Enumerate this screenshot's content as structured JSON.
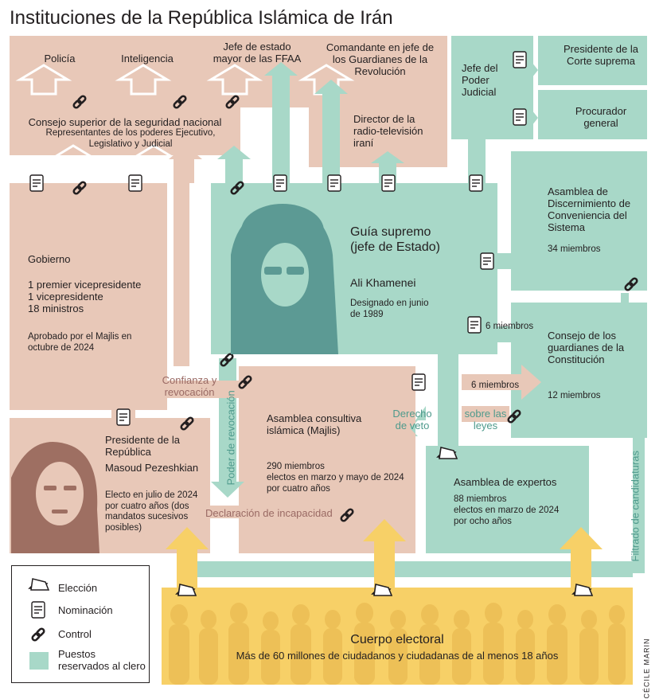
{
  "title": "Instituciones de la República Islámica de Irán",
  "credit": "Cécile Marin",
  "colors": {
    "clergy": "#a8d8c8",
    "other": "#e8c8b8",
    "electorate": "#f7d067"
  },
  "top_row": {
    "policia": "Policía",
    "inteligencia": "Inteligencia",
    "jefe_estado_mayor": "Jefe de estado mayor de las FFAA",
    "comandante": "Comandante en jefe de los Guardianes de la Revolución",
    "director_tv": "Director de la radio-televisión iraní"
  },
  "security_council": {
    "title": "Consejo superior de la seguridad nacional",
    "subtitle": "Representantes de los poderes Ejecutivo, Legislativo y Judicial"
  },
  "judiciary": {
    "jefe": "Jefe del Poder Judicial",
    "presidente_corte": "Presidente de la Corte suprema",
    "procurador": "Procurador general"
  },
  "gobierno": {
    "title": "Gobierno",
    "line1": "1 premier vicepresidente",
    "line2": "1 vicepresidente",
    "line3": "18 ministros",
    "approved": "Aprobado por el Majlis en octubre de 2024"
  },
  "guia": {
    "title": "Guía supremo (jefe de Estado)",
    "name": "Ali Khamenei",
    "appointed": "Designado en junio de 1989"
  },
  "conveniencia": {
    "title": "Asamblea de Discernimiento de Conveniencia del Sistema",
    "members": "34 miembros"
  },
  "guardianes": {
    "title": "Consejo de los guardianes de la Constitución",
    "members": "12 miembros"
  },
  "flows": {
    "seis_1": "6 miembros",
    "seis_2": "6 miembros",
    "confianza": "Confianza y revocación",
    "poder_revocacion": "Poder de revocación",
    "derecho_veto": "Derecho de veto",
    "sobre_leyes": "sobre las leyes",
    "declaracion": "Declaración de incapacidad",
    "filtrado": "Filtrado de candidaturas"
  },
  "presidente": {
    "title": "Presidente de la República",
    "name": "Masoud Pezeshkian",
    "elected": "Electo en julio de 2024 por cuatro años (dos mandatos sucesivos posibles)"
  },
  "majlis": {
    "title": "Asamblea consultiva islámica (Majlis)",
    "members": "290 miembros",
    "elected": "electos en marzo y mayo de 2024 por cuatro años"
  },
  "expertos": {
    "title": "Asamblea de expertos",
    "members": "88 miembros",
    "elected": "electos en marzo de 2024 por ocho años"
  },
  "electorate": {
    "title": "Cuerpo electoral",
    "subtitle": "Más de 60 millones de ciudadanos y ciudadanas de al menos 18 años"
  },
  "legend": {
    "eleccion": "Elección",
    "nominacion": "Nominación",
    "control": "Control",
    "clero": "Puestos reservados al clero"
  }
}
